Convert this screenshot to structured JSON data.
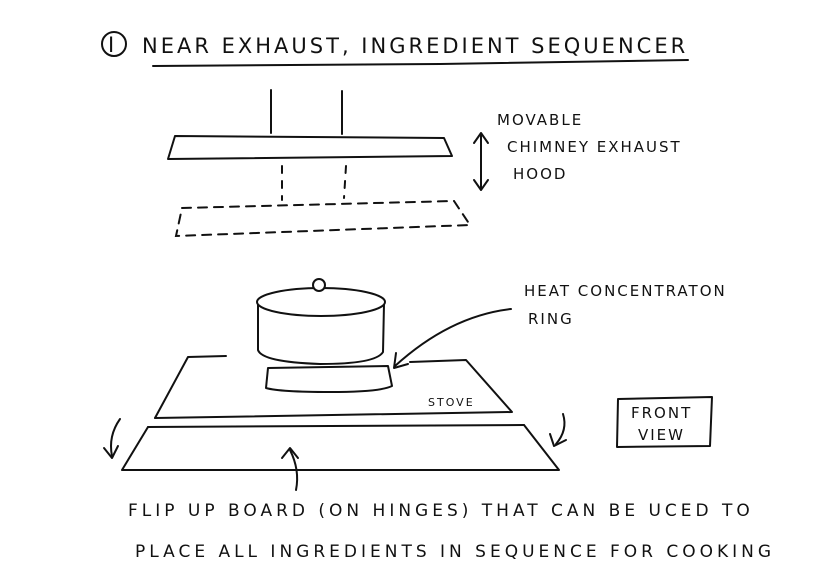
{
  "title": {
    "number": "I",
    "text": "NEAR EXHAUST, INGREDIENT SEQUENCER"
  },
  "hood_label": {
    "line1": "MOVABLE",
    "line2": "CHIMNEY EXHAUST",
    "line3": "HOOD"
  },
  "ring_label": {
    "line1": "HEAT CONCENTRATON",
    "line2": "RING"
  },
  "stove_label": "STOVE",
  "view_box": {
    "line1": "FRONT",
    "line2": "VIEW"
  },
  "caption": {
    "line1": "FLIP UP BOARD (ON HINGES) THAT CAN BE UCED TO",
    "line2": "PLACE ALL INGREDIENTS IN SEQUENCE FOR COOKING"
  }
}
